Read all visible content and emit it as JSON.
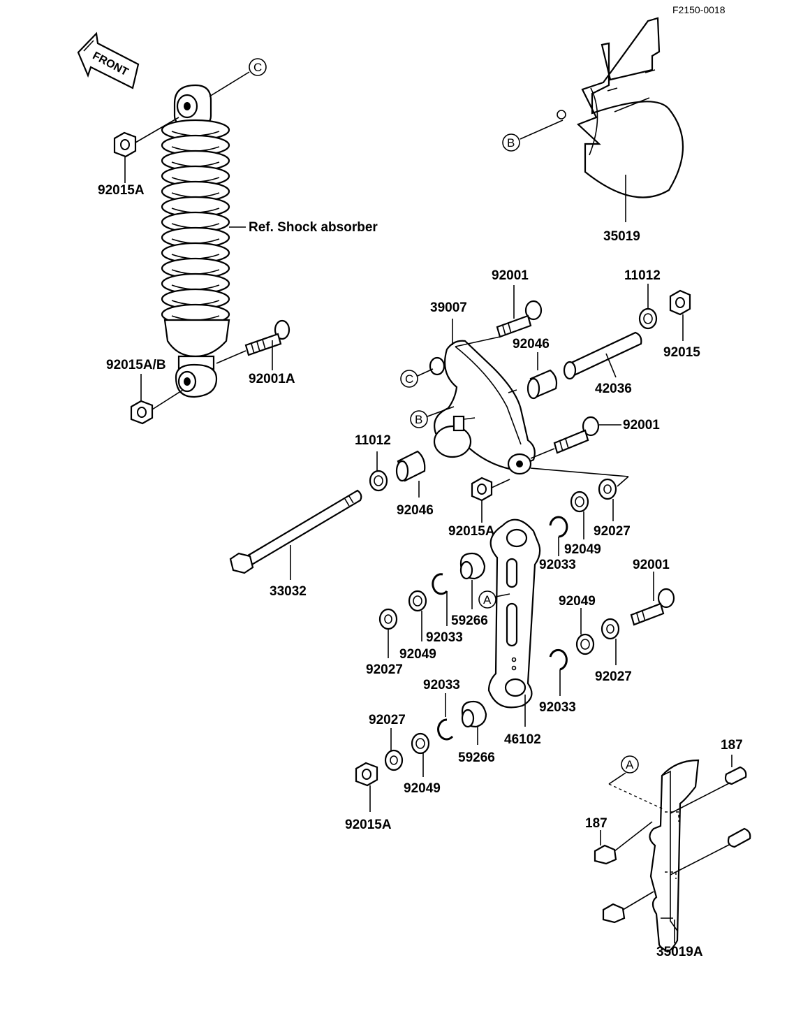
{
  "figure_code": "F2150-0018",
  "front_label": "FRONT",
  "ref_label": "Ref. Shock absorber",
  "callouts": {
    "a": "A",
    "b": "B",
    "c": "C"
  },
  "parts": {
    "p_92015A_top": "92015A",
    "p_35019": "35019",
    "p_92001_top": "92001",
    "p_11012_top": "11012",
    "p_39007": "39007",
    "p_92046_top": "92046",
    "p_92015_right": "92015",
    "p_92015AB": "92015A/B",
    "p_92001A": "92001A",
    "p_42036": "42036",
    "p_11012_mid": "11012",
    "p_92001_mid": "92001",
    "p_92046_mid": "92046",
    "p_92015A_mid": "92015A",
    "p_92027_r1": "92027",
    "p_92049_r1": "92049",
    "p_92033_r1": "92033",
    "p_33032": "33032",
    "p_92001_low": "92001",
    "p_59266_a": "59266",
    "p_92033_a": "92033",
    "p_92049_a": "92049",
    "p_92027_a": "92027",
    "p_92049_r2": "92049",
    "p_92027_r2": "92027",
    "p_92033_r2": "92033",
    "p_46102": "46102",
    "p_92033_b": "92033",
    "p_92027_b": "92027",
    "p_59266_b": "59266",
    "p_92049_b": "92049",
    "p_92015A_low": "92015A",
    "p_187_a": "187",
    "p_187_b": "187",
    "p_35019A": "35019A"
  }
}
